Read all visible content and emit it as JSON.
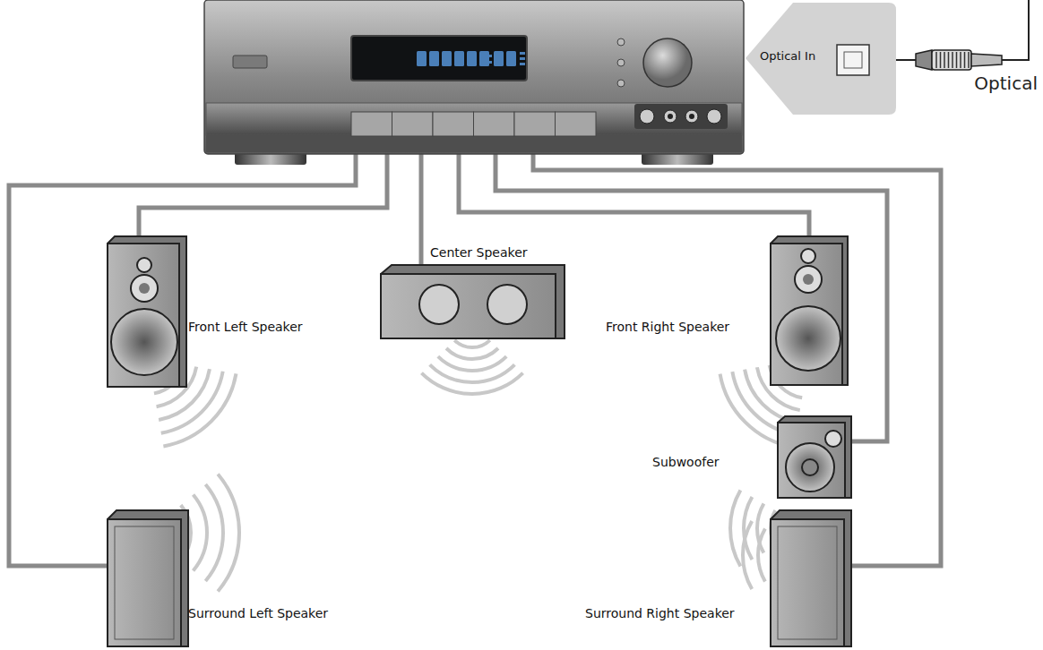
{
  "diagram": {
    "nodes": [
      {
        "text": [
          "Optical In"
        ]
      },
      {
        "text": [
          "Center Speaker"
        ]
      },
      {
        "text": [
          "Front Left Speaker"
        ]
      },
      {
        "text": [
          "Front Right Speaker"
        ]
      },
      {
        "text": [
          "Subwoofer"
        ]
      },
      {
        "text": [
          "Surround Left Speaker"
        ]
      },
      {
        "text": [
          "Surround Right Speaker"
        ]
      }
    ],
    "labels": [
      "Optical"
    ]
  }
}
